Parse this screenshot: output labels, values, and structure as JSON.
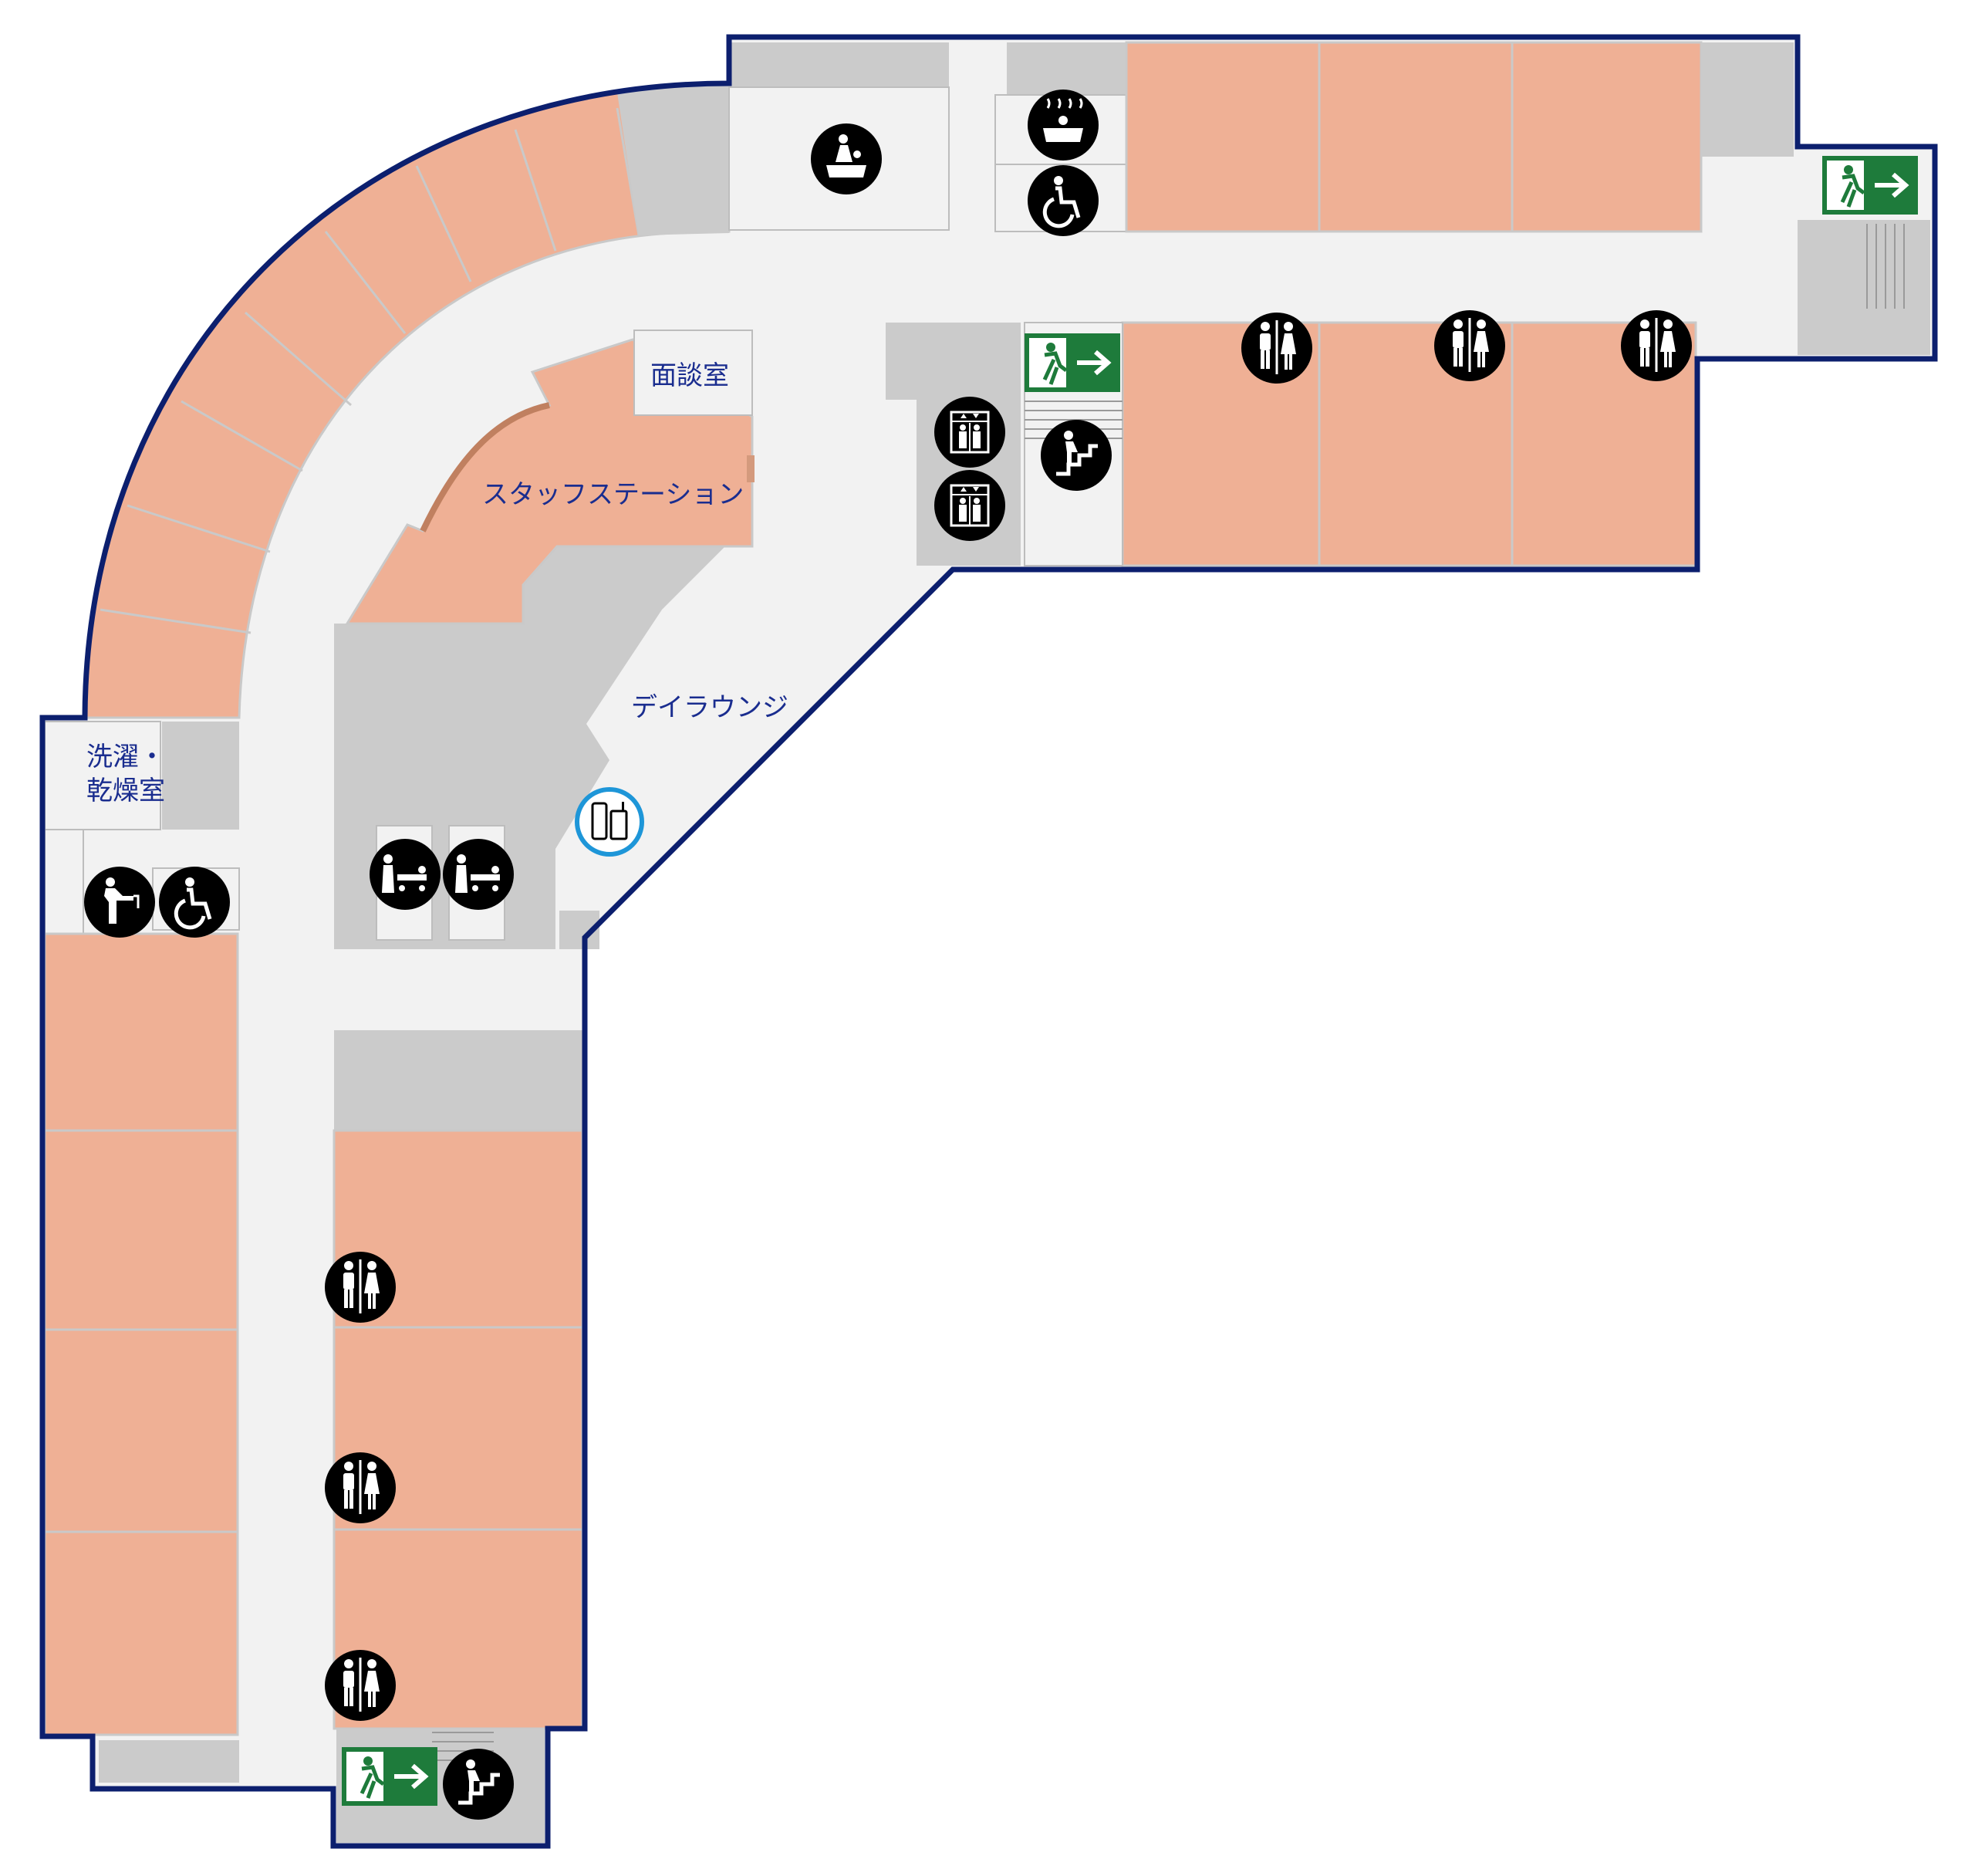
{
  "labels": {
    "interview_room": "面談室",
    "staff_station": "スタッフステーション",
    "day_lounge": "デイラウンジ",
    "laundry_line1": "洗濯・",
    "laundry_line2": "乾燥室"
  },
  "colors": {
    "patient_room": "#efb095",
    "corridor": "#f2f2f2",
    "service": "#cbcbcb",
    "outline": "#0c1f6e",
    "label_text": "#1a2d8f",
    "exit_sign": "#1e7b3b",
    "icon_bg": "#000000",
    "phone_ring": "#1e96d8"
  },
  "icons": [
    "bathing-assist-icon",
    "bath-icon",
    "wheelchair-toilet-icon",
    "emergency-exit-icon",
    "restroom-icon",
    "elevator-icon",
    "stairs-icon",
    "stretcher-elevator-icon",
    "mobile-phone-area-icon",
    "wash-basin-icon"
  ]
}
